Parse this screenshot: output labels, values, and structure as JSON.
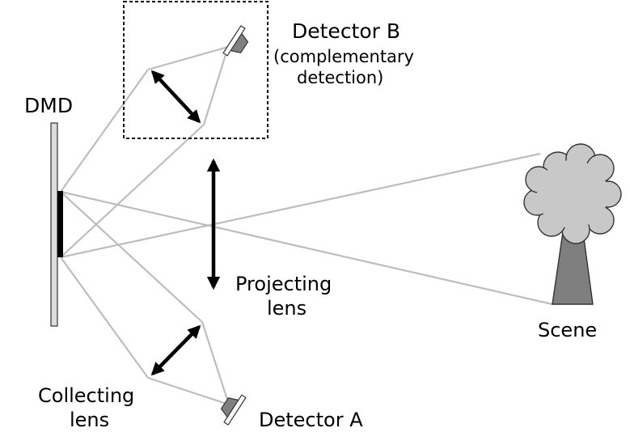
{
  "labels": {
    "dmd": "DMD",
    "detector_b": "Detector B",
    "detector_b_note_1": "(complementary",
    "detector_b_note_2": "detection)",
    "projecting_1": "Projecting",
    "projecting_2": "lens",
    "collecting_1": "Collecting",
    "collecting_2": "lens",
    "detector_a": "Detector A",
    "scene": "Scene"
  },
  "colors": {
    "ray": "#bdbdbd",
    "ink": "#000000",
    "dmd_body": "#dcdcdc",
    "detector_body": "#808080",
    "mirror": "#ffffff",
    "tree_crown": "#c8c8c8",
    "tree_trunk": "#7f7f7f",
    "outline": "#333333"
  }
}
